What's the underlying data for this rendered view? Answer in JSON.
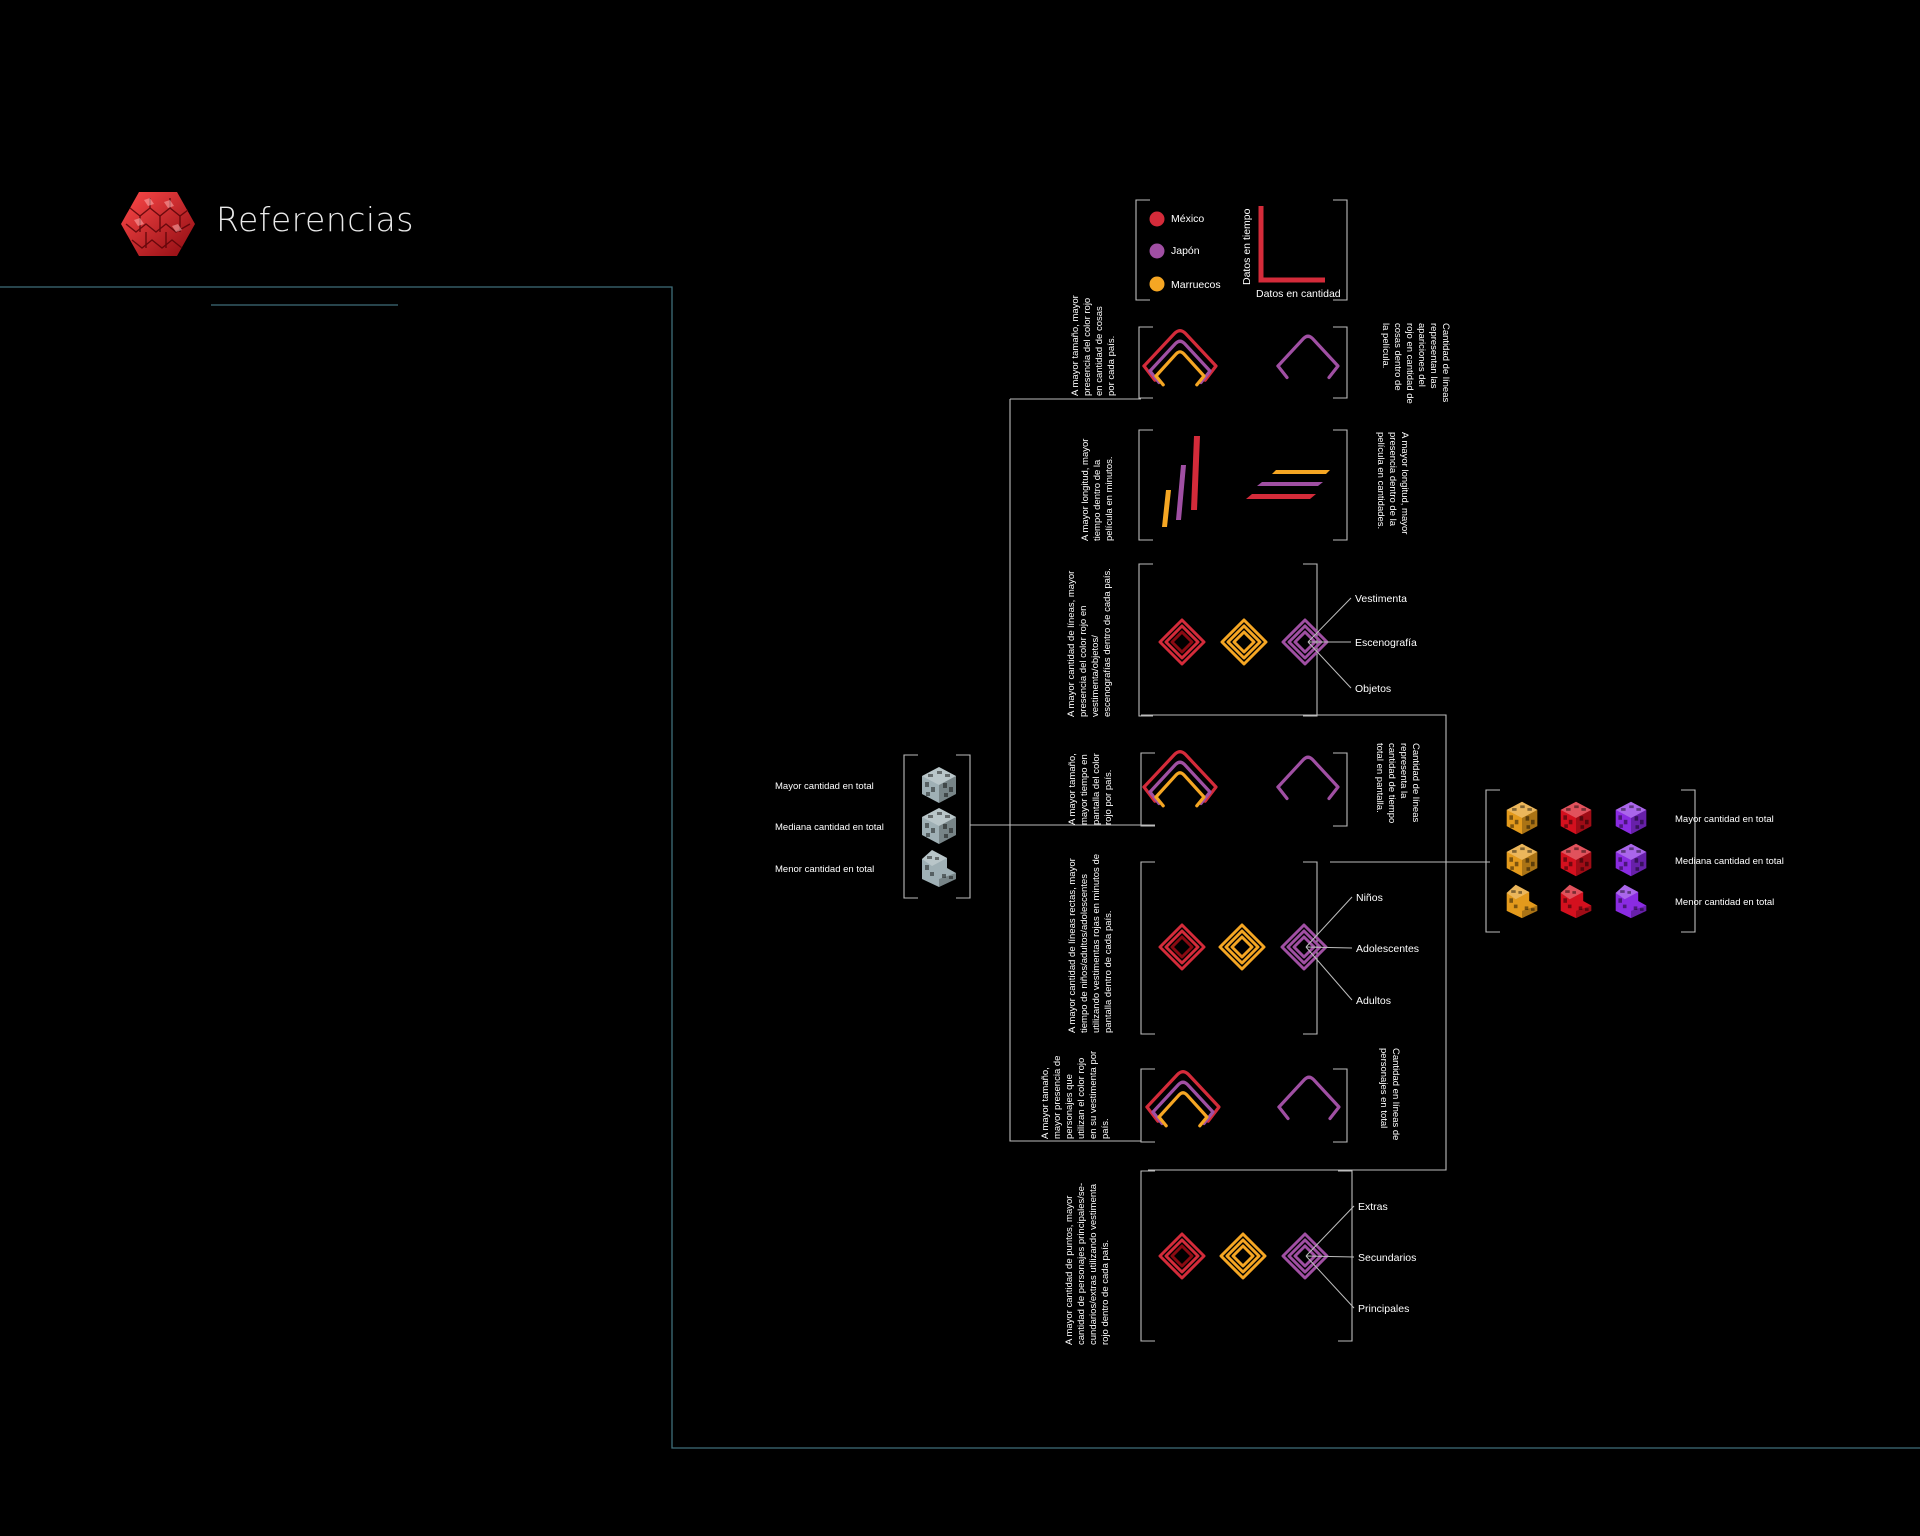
{
  "header": {
    "title": "Referencias"
  },
  "legend": {
    "countries": [
      {
        "name": "México",
        "color": "#d42b3a"
      },
      {
        "name": "Japón",
        "color": "#a04fa3"
      },
      {
        "name": "Marruecos",
        "color": "#f5a623"
      }
    ],
    "axis_time_label": "Datos en tiempo",
    "axis_quantity_label": "Datos en cantidad"
  },
  "rows": [
    {
      "left_text": [
        "A mayor tamaño, mayor",
        "presencia del color rojo",
        "en cantidad de cosas",
        "por cada país."
      ],
      "right_text": [
        "Cantidad de líneas",
        "representan las",
        "apariciones del",
        "rojo en cantidad de",
        "cosas dentro de",
        "la película."
      ]
    },
    {
      "left_text": [
        "A mayor longitud, mayor",
        "tiempo dentro de la",
        "película en minutos."
      ],
      "right_text": [
        "A mayor longitud, mayor",
        "presencia dentro de la",
        "película en cantidades."
      ]
    },
    {
      "left_text": [
        "A mayor cantidad de líneas, mayor",
        "presencia del color rojo en",
        "vestimenta/objetos/",
        "escenografías dentro de cada país."
      ],
      "branch_labels": [
        "Vestimenta",
        "Escenografía",
        "Objetos"
      ]
    },
    {
      "left_text": [
        "A mayor tamaño,",
        "mayor tiempo en",
        "pantalla del color",
        "rojo por país."
      ],
      "right_text": [
        "Cantidad de líneas",
        "representa la",
        "cantidad de tiempo",
        "total en pantalla."
      ]
    },
    {
      "left_text": [
        "A mayor cantidad de líneas rectas, mayor",
        "tiempo de niños/adultos/adolescentes",
        "utilizando vestimentas rojas en minutos de",
        "pantalla dentro de cada país."
      ],
      "branch_labels": [
        "Niños",
        "Adolescentes",
        "Adultos"
      ]
    },
    {
      "left_text": [
        "A mayor tamaño,",
        "mayor presencia de",
        "personajes que",
        "utilizan el color rojo",
        "en su vestimenta por",
        "país."
      ],
      "right_text": [
        "Cantidad en líneas de",
        "personajes en total"
      ]
    },
    {
      "left_text": [
        "A mayor cantidad de puntos, mayor",
        "cantidad de personajes principales/se-",
        "cundarios/extras utilizando vestimenta",
        "rojo dentro de cada país."
      ],
      "branch_labels": [
        "Extras",
        "Secundarios",
        "Principales"
      ]
    }
  ],
  "left_cubes": {
    "labels": [
      "Mayor cantidad en total",
      "Mediana cantidad en total",
      "Menor cantidad en total"
    ],
    "color": "#9fb0b5"
  },
  "right_cubes": {
    "labels": [
      "Mayor cantidad en total",
      "Mediana cantidad en total",
      "Menor cantidad en total"
    ],
    "colors": [
      "#e39a1c",
      "#d4101e",
      "#8a2be2"
    ]
  },
  "colors": {
    "line": "#bdbdbd",
    "frame": "#3f6e7a"
  }
}
